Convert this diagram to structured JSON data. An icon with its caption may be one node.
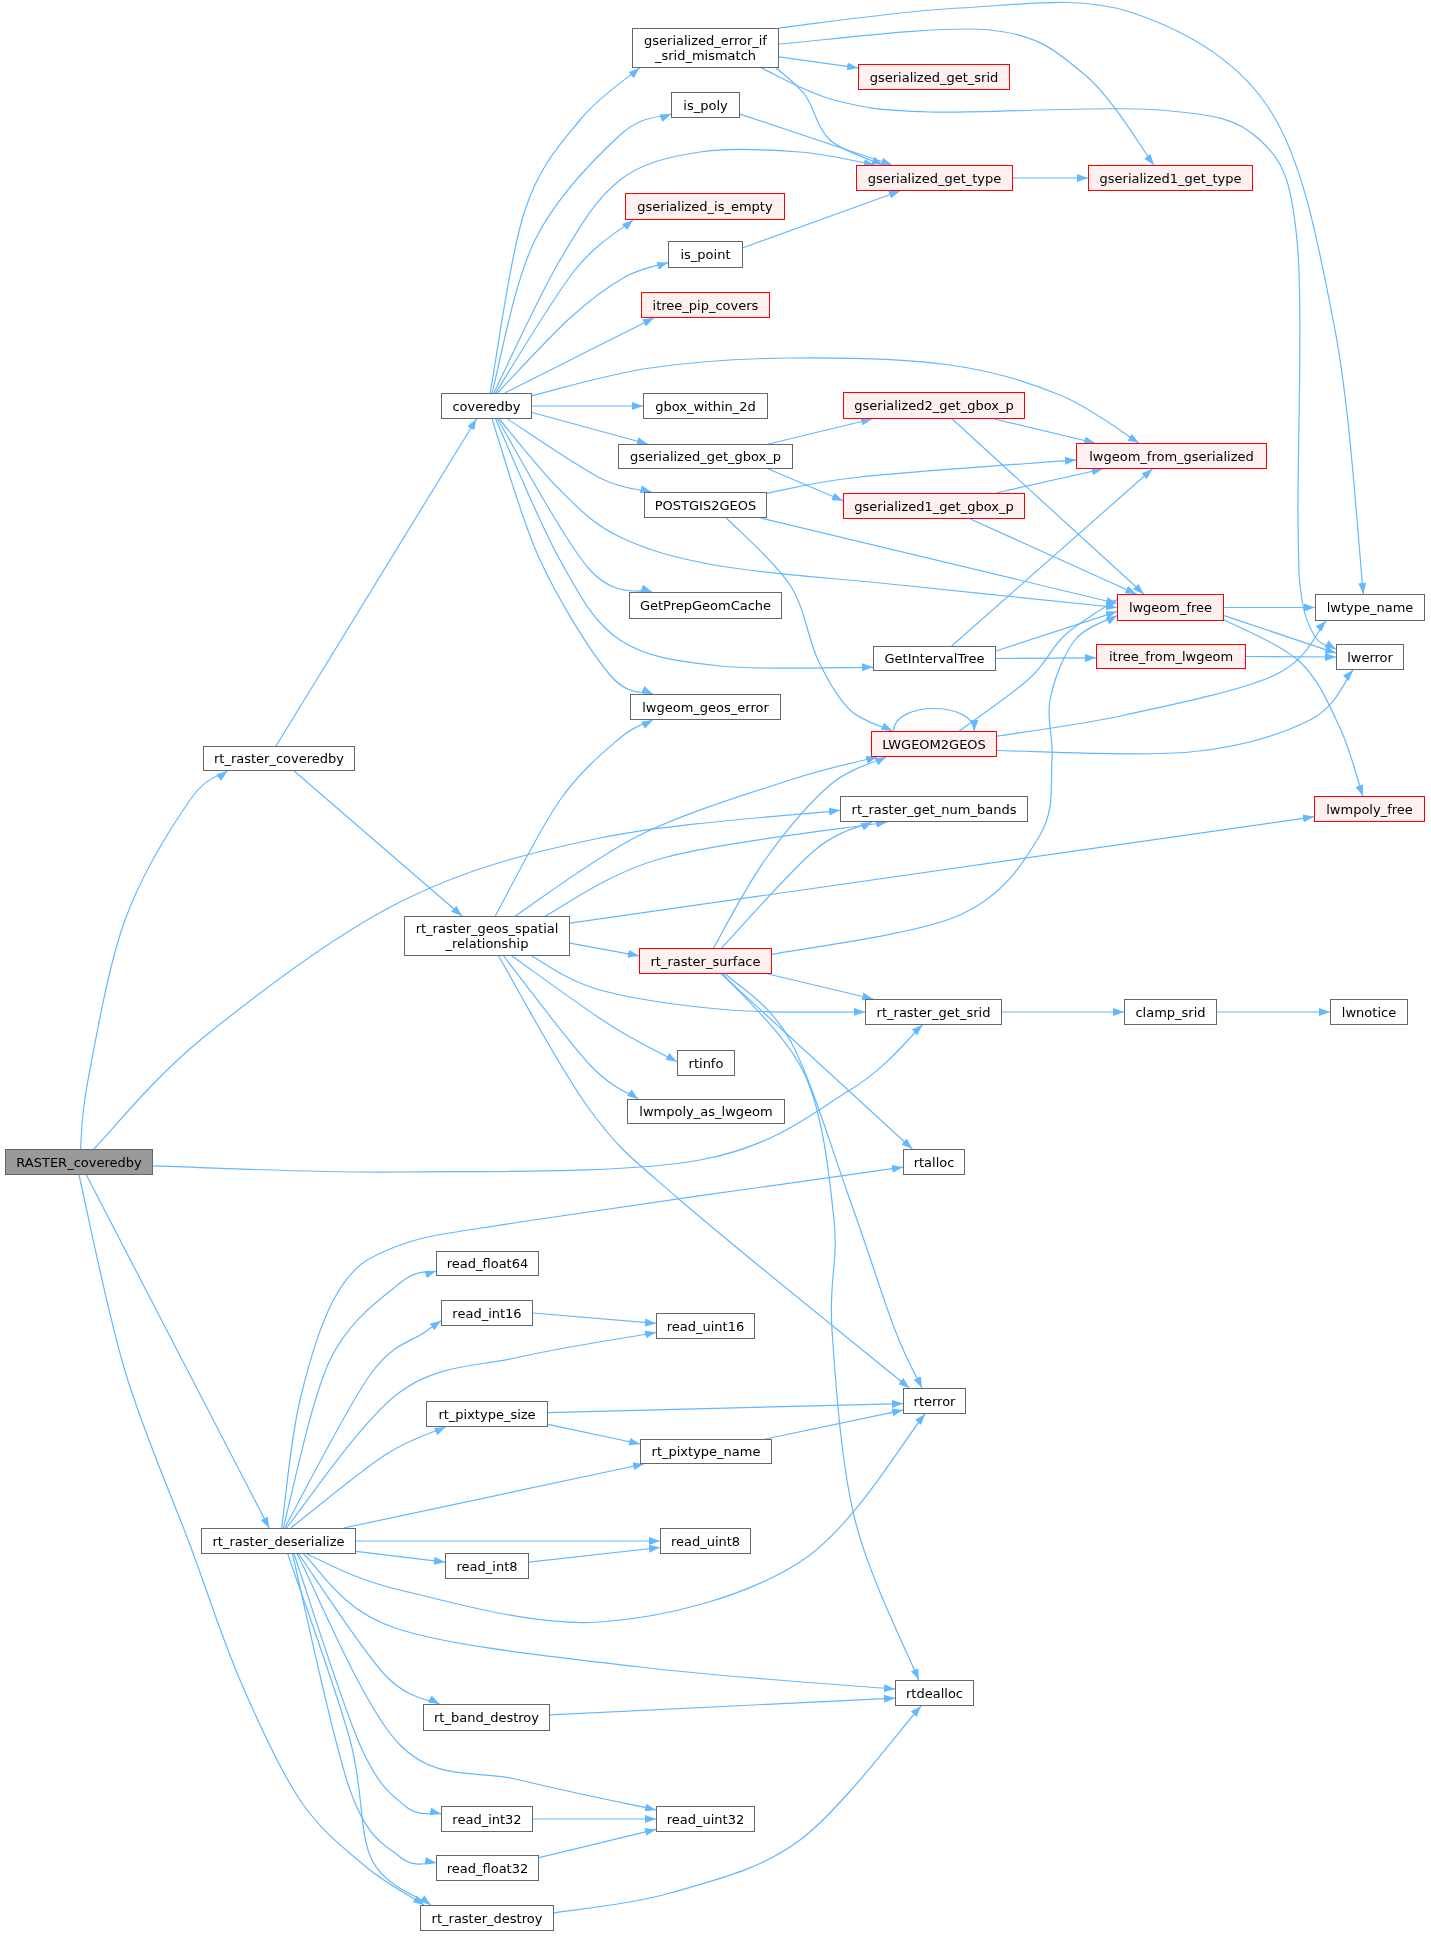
{
  "diagram": {
    "nodes": [
      {
        "text": [
          "RASTER_coveredby"
        ]
      },
      {
        "text": [
          "rt_raster_coveredby"
        ]
      },
      {
        "text": [
          "rt_raster_deserialize"
        ]
      },
      {
        "text": [
          "coveredby"
        ]
      },
      {
        "text": [
          "rt_raster_geos_spatial _relationship"
        ]
      },
      {
        "text": [
          "read_float64"
        ]
      },
      {
        "text": [
          "read_int16"
        ]
      },
      {
        "text": [
          "rt_pixtype_size"
        ]
      },
      {
        "text": [
          "read_int8"
        ]
      },
      {
        "text": [
          "rt_band_destroy"
        ]
      },
      {
        "text": [
          "read_int32"
        ]
      },
      {
        "text": [
          "read_float32"
        ]
      },
      {
        "text": [
          "rt_raster_destroy"
        ]
      },
      {
        "text": [
          "gserialized_error_if _srid_mismatch"
        ]
      },
      {
        "text": [
          "is_poly"
        ]
      },
      {
        "text": [
          "gserialized_is_empty"
        ]
      },
      {
        "text": [
          "is_point"
        ]
      },
      {
        "text": [
          "itree_pip_covers"
        ]
      },
      {
        "text": [
          "gbox_within_2d"
        ]
      },
      {
        "text": [
          "gserialized_get_gbox_p"
        ]
      },
      {
        "text": [
          "POSTGIS2GEOS"
        ]
      },
      {
        "text": [
          "GetPrepGeomCache"
        ]
      },
      {
        "text": [
          "lwgeom_geos_error"
        ]
      },
      {
        "text": [
          "rt_raster_surface"
        ]
      },
      {
        "text": [
          "rtinfo"
        ]
      },
      {
        "text": [
          "lwmpoly_as_lwgeom"
        ]
      },
      {
        "text": [
          "read_uint16"
        ]
      },
      {
        "text": [
          "rt_pixtype_name"
        ]
      },
      {
        "text": [
          "read_uint8"
        ]
      },
      {
        "text": [
          "read_uint32"
        ]
      },
      {
        "text": [
          "gserialized_get_srid"
        ]
      },
      {
        "text": [
          "gserialized_get_type"
        ]
      },
      {
        "text": [
          "gserialized2_get_gbox_p"
        ]
      },
      {
        "text": [
          "gserialized1_get_gbox_p"
        ]
      },
      {
        "text": [
          "GetIntervalTree"
        ]
      },
      {
        "text": [
          "LWGEOM2GEOS"
        ]
      },
      {
        "text": [
          "rt_raster_get_num_bands"
        ]
      },
      {
        "text": [
          "rt_raster_get_srid"
        ]
      },
      {
        "text": [
          "rtalloc"
        ]
      },
      {
        "text": [
          "rterror"
        ]
      },
      {
        "text": [
          "rtdealloc"
        ]
      },
      {
        "text": [
          "gserialized1_get_type"
        ]
      },
      {
        "text": [
          "lwgeom_from_gserialized"
        ]
      },
      {
        "text": [
          "lwgeom_free"
        ]
      },
      {
        "text": [
          "itree_from_lwgeom"
        ]
      },
      {
        "text": [
          "clamp_srid"
        ]
      },
      {
        "text": [
          "lwtype_name"
        ]
      },
      {
        "text": [
          "lwerror"
        ]
      },
      {
        "text": [
          "lwmpoly_free"
        ]
      },
      {
        "text": [
          "lwnotice"
        ]
      }
    ],
    "edges": [
      {
        "from": 0,
        "to": 1,
        "arrow": "to"
      },
      {
        "from": 0,
        "to": 36,
        "arrow": "to"
      },
      {
        "from": 0,
        "to": 37,
        "arrow": "to"
      },
      {
        "from": 0,
        "to": 2,
        "arrow": "to"
      },
      {
        "from": 0,
        "to": 12,
        "arrow": "to"
      },
      {
        "from": 1,
        "to": 3,
        "arrow": "to"
      },
      {
        "from": 1,
        "to": 4,
        "arrow": "to"
      },
      {
        "from": 3,
        "to": 13,
        "arrow": "to"
      },
      {
        "from": 3,
        "to": 14,
        "arrow": "to"
      },
      {
        "from": 3,
        "to": 31,
        "arrow": "to"
      },
      {
        "from": 3,
        "to": 15,
        "arrow": "to"
      },
      {
        "from": 3,
        "to": 16,
        "arrow": "to"
      },
      {
        "from": 3,
        "to": 17,
        "arrow": "to"
      },
      {
        "from": 3,
        "to": 42,
        "arrow": "to"
      },
      {
        "from": 3,
        "to": 18,
        "arrow": "to"
      },
      {
        "from": 3,
        "to": 19,
        "arrow": "to"
      },
      {
        "from": 3,
        "to": 20,
        "arrow": "to"
      },
      {
        "from": 3,
        "to": 43,
        "arrow": "to"
      },
      {
        "from": 3,
        "to": 21,
        "arrow": "to"
      },
      {
        "from": 3,
        "to": 34,
        "arrow": "to"
      },
      {
        "from": 3,
        "to": 22,
        "arrow": "to"
      },
      {
        "from": 13,
        "to": 46,
        "arrow": "to"
      },
      {
        "from": 13,
        "to": 41,
        "arrow": "to"
      },
      {
        "from": 13,
        "to": 30,
        "arrow": "to"
      },
      {
        "from": 13,
        "to": 31,
        "arrow": "to"
      },
      {
        "from": 13,
        "to": 47,
        "arrow": "to"
      },
      {
        "from": 14,
        "to": 31,
        "arrow": "to"
      },
      {
        "from": 16,
        "to": 31,
        "arrow": "to"
      },
      {
        "from": 31,
        "to": 41,
        "arrow": "to"
      },
      {
        "from": 19,
        "to": 32,
        "arrow": "to"
      },
      {
        "from": 19,
        "to": 33,
        "arrow": "to"
      },
      {
        "from": 32,
        "to": 42,
        "arrow": "to"
      },
      {
        "from": 32,
        "to": 43,
        "arrow": "to"
      },
      {
        "from": 33,
        "to": 42,
        "arrow": "to"
      },
      {
        "from": 33,
        "to": 43,
        "arrow": "to"
      },
      {
        "from": 20,
        "to": 42,
        "arrow": "to"
      },
      {
        "from": 20,
        "to": 43,
        "arrow": "to"
      },
      {
        "from": 20,
        "to": 35,
        "arrow": "to"
      },
      {
        "from": 34,
        "to": 42,
        "arrow": "to"
      },
      {
        "from": 34,
        "to": 43,
        "arrow": "to"
      },
      {
        "from": 34,
        "to": 44,
        "arrow": "to"
      },
      {
        "from": 44,
        "to": 47,
        "arrow": "to"
      },
      {
        "from": 43,
        "to": 46,
        "arrow": "to"
      },
      {
        "from": 43,
        "to": 47,
        "arrow": "to"
      },
      {
        "from": 43,
        "to": 48,
        "arrow": "to"
      },
      {
        "from": 35,
        "to": 35,
        "arrow": "to"
      },
      {
        "from": 35,
        "to": 43,
        "arrow": "to"
      },
      {
        "from": 35,
        "to": 46,
        "arrow": "to"
      },
      {
        "from": 35,
        "to": 47,
        "arrow": "to"
      },
      {
        "from": 4,
        "to": 22,
        "arrow": "to"
      },
      {
        "from": 4,
        "to": 35,
        "arrow": "to"
      },
      {
        "from": 4,
        "to": 36,
        "arrow": "to"
      },
      {
        "from": 4,
        "to": 48,
        "arrow": "to"
      },
      {
        "from": 4,
        "to": 23,
        "arrow": "to"
      },
      {
        "from": 4,
        "to": 37,
        "arrow": "to"
      },
      {
        "from": 4,
        "to": 24,
        "arrow": "to"
      },
      {
        "from": 4,
        "to": 25,
        "arrow": "to"
      },
      {
        "from": 4,
        "to": 39,
        "arrow": "to"
      },
      {
        "from": 23,
        "to": 35,
        "arrow": "to"
      },
      {
        "from": 23,
        "to": 36,
        "arrow": "to"
      },
      {
        "from": 23,
        "to": 43,
        "arrow": "to"
      },
      {
        "from": 23,
        "to": 37,
        "arrow": "to"
      },
      {
        "from": 23,
        "to": 38,
        "arrow": "to"
      },
      {
        "from": 23,
        "to": 39,
        "arrow": "to"
      },
      {
        "from": 23,
        "to": 40,
        "arrow": "to"
      },
      {
        "from": 37,
        "to": 45,
        "arrow": "to"
      },
      {
        "from": 45,
        "to": 49,
        "arrow": "to"
      },
      {
        "from": 2,
        "to": 38,
        "arrow": "to"
      },
      {
        "from": 2,
        "to": 5,
        "arrow": "to"
      },
      {
        "from": 2,
        "to": 6,
        "arrow": "to"
      },
      {
        "from": 2,
        "to": 26,
        "arrow": "to"
      },
      {
        "from": 2,
        "to": 7,
        "arrow": "to"
      },
      {
        "from": 2,
        "to": 27,
        "arrow": "to"
      },
      {
        "from": 2,
        "to": 28,
        "arrow": "to"
      },
      {
        "from": 2,
        "to": 8,
        "arrow": "to"
      },
      {
        "from": 2,
        "to": 39,
        "arrow": "to"
      },
      {
        "from": 2,
        "to": 40,
        "arrow": "to"
      },
      {
        "from": 2,
        "to": 9,
        "arrow": "to"
      },
      {
        "from": 2,
        "to": 29,
        "arrow": "to"
      },
      {
        "from": 2,
        "to": 10,
        "arrow": "to"
      },
      {
        "from": 2,
        "to": 11,
        "arrow": "to"
      },
      {
        "from": 2,
        "to": 12,
        "arrow": "to"
      },
      {
        "from": 6,
        "to": 26,
        "arrow": "to"
      },
      {
        "from": 7,
        "to": 39,
        "arrow": "to"
      },
      {
        "from": 7,
        "to": 27,
        "arrow": "to"
      },
      {
        "from": 27,
        "to": 39,
        "arrow": "to"
      },
      {
        "from": 8,
        "to": 28,
        "arrow": "to"
      },
      {
        "from": 9,
        "to": 40,
        "arrow": "to"
      },
      {
        "from": 10,
        "to": 29,
        "arrow": "to"
      },
      {
        "from": 11,
        "to": 29,
        "arrow": "to"
      },
      {
        "from": 12,
        "to": 40,
        "arrow": "to"
      }
    ]
  }
}
